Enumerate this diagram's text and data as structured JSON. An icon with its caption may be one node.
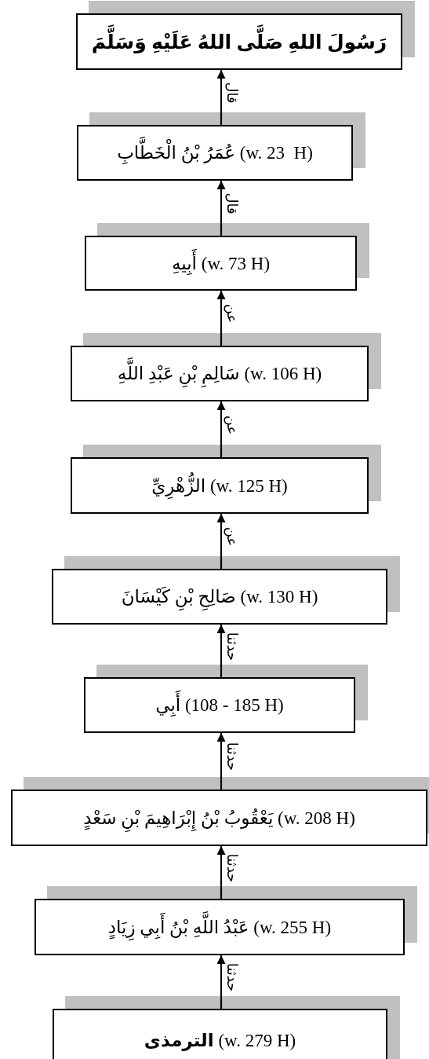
{
  "diagram": {
    "nodes": [
      {
        "text": [
          "رَسُولَ اللهِ صَلَّى اللهُ عَلَيْهِ وَسَلَّمَ"
        ]
      },
      {
        "text": [
          "(w. 23  H) عُمَرُ بْنُ الْخَطَّابِ"
        ]
      },
      {
        "text": [
          "(w. 73 H) أَبِيهِ"
        ]
      },
      {
        "text": [
          "(w. 106 H) سَالِمِ بْنِ عَبْدِ اللَّهِ"
        ]
      },
      {
        "text": [
          "(w. 125 H) الزُّهْرِيِّ"
        ]
      },
      {
        "text": [
          "(w. 130 H) صَالِحِ بْنِ كَيْسَانَ"
        ]
      },
      {
        "text": [
          "(108 - 185 H) أَبِي"
        ]
      },
      {
        "text": [
          "(w. 208 H) يَعْقُوبُ بْنُ إِبْرَاهِيمَ بْنِ سَعْدٍ"
        ]
      },
      {
        "text": [
          "(w. 255 H) عَبْدُ اللَّهِ بْنُ أَبِي زِيَادٍ"
        ]
      },
      {
        "text": [
          "(w. 279 H) **الترمذى**"
        ]
      }
    ],
    "edges": [
      {
        "from": 1,
        "to": 0,
        "arrow": "to",
        "label": "قال"
      },
      {
        "from": 2,
        "to": 1,
        "arrow": "to",
        "label": "قال"
      },
      {
        "from": 3,
        "to": 2,
        "arrow": "to",
        "label": "عن"
      },
      {
        "from": 4,
        "to": 3,
        "arrow": "to",
        "label": "عن"
      },
      {
        "from": 5,
        "to": 4,
        "arrow": "to",
        "label": "عن"
      },
      {
        "from": 6,
        "to": 5,
        "arrow": "to",
        "label": "حدثنا"
      },
      {
        "from": 7,
        "to": 6,
        "arrow": "to",
        "label": "حدثنا"
      },
      {
        "from": 8,
        "to": 7,
        "arrow": "to",
        "label": "حدثنا"
      },
      {
        "from": 9,
        "to": 8,
        "arrow": "to",
        "label": "حدثنا"
      }
    ]
  }
}
